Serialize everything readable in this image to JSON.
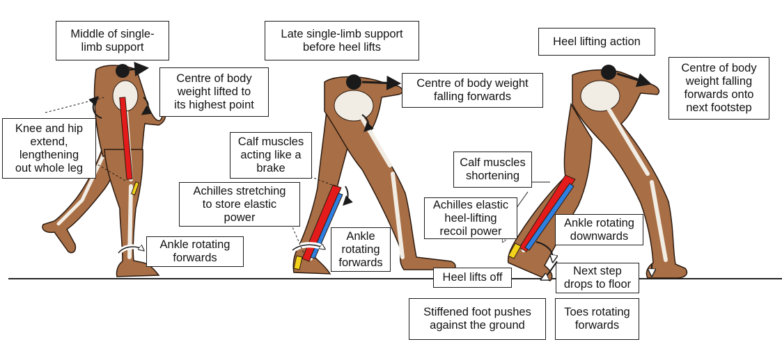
{
  "colors": {
    "skin": "#a86e45",
    "skin_outline": "#2a1a10",
    "bone": "#f2ede4",
    "muscle_red": "#e31b1b",
    "tendon_blue": "#2f7fe0",
    "tendon_yellow": "#f2d21b",
    "ground": "#222222",
    "weight_ball": "#1a1a1a"
  },
  "stages": [
    {
      "title": "Middle of single-\nlimb support",
      "labels": {
        "centre_of_weight": "Centre of body\nweight lifted to\nits highest point",
        "knee_hip": "Knee and hip\nextend,\nlengthening\nout whole leg",
        "ankle": "Ankle rotating\nforwards"
      }
    },
    {
      "title": "Late single-limb support\nbefore heel lifts",
      "labels": {
        "centre_of_weight": "Centre of body weight\nfalling forwards",
        "calf": "Calf muscles\nacting like a\nbrake",
        "achilles": "Achilles stretching\nto store elastic\npower",
        "ankle": "Ankle\nrotating\nforwards"
      }
    },
    {
      "title": "Heel lifting action",
      "labels": {
        "centre_of_weight": "Centre of body\nweight falling\nforwards onto\nnext footstep",
        "calf": "Calf muscles\nshortening",
        "achilles": "Achilles elastic\nheel-lifting\nrecoil power",
        "ankle": "Ankle rotating\ndownwards",
        "heel": "Heel lifts off",
        "next_step": "Next step\ndrops to floor",
        "foot": "Stiffened foot pushes\nagainst the ground",
        "toes": "Toes rotating\nforwards"
      }
    }
  ]
}
